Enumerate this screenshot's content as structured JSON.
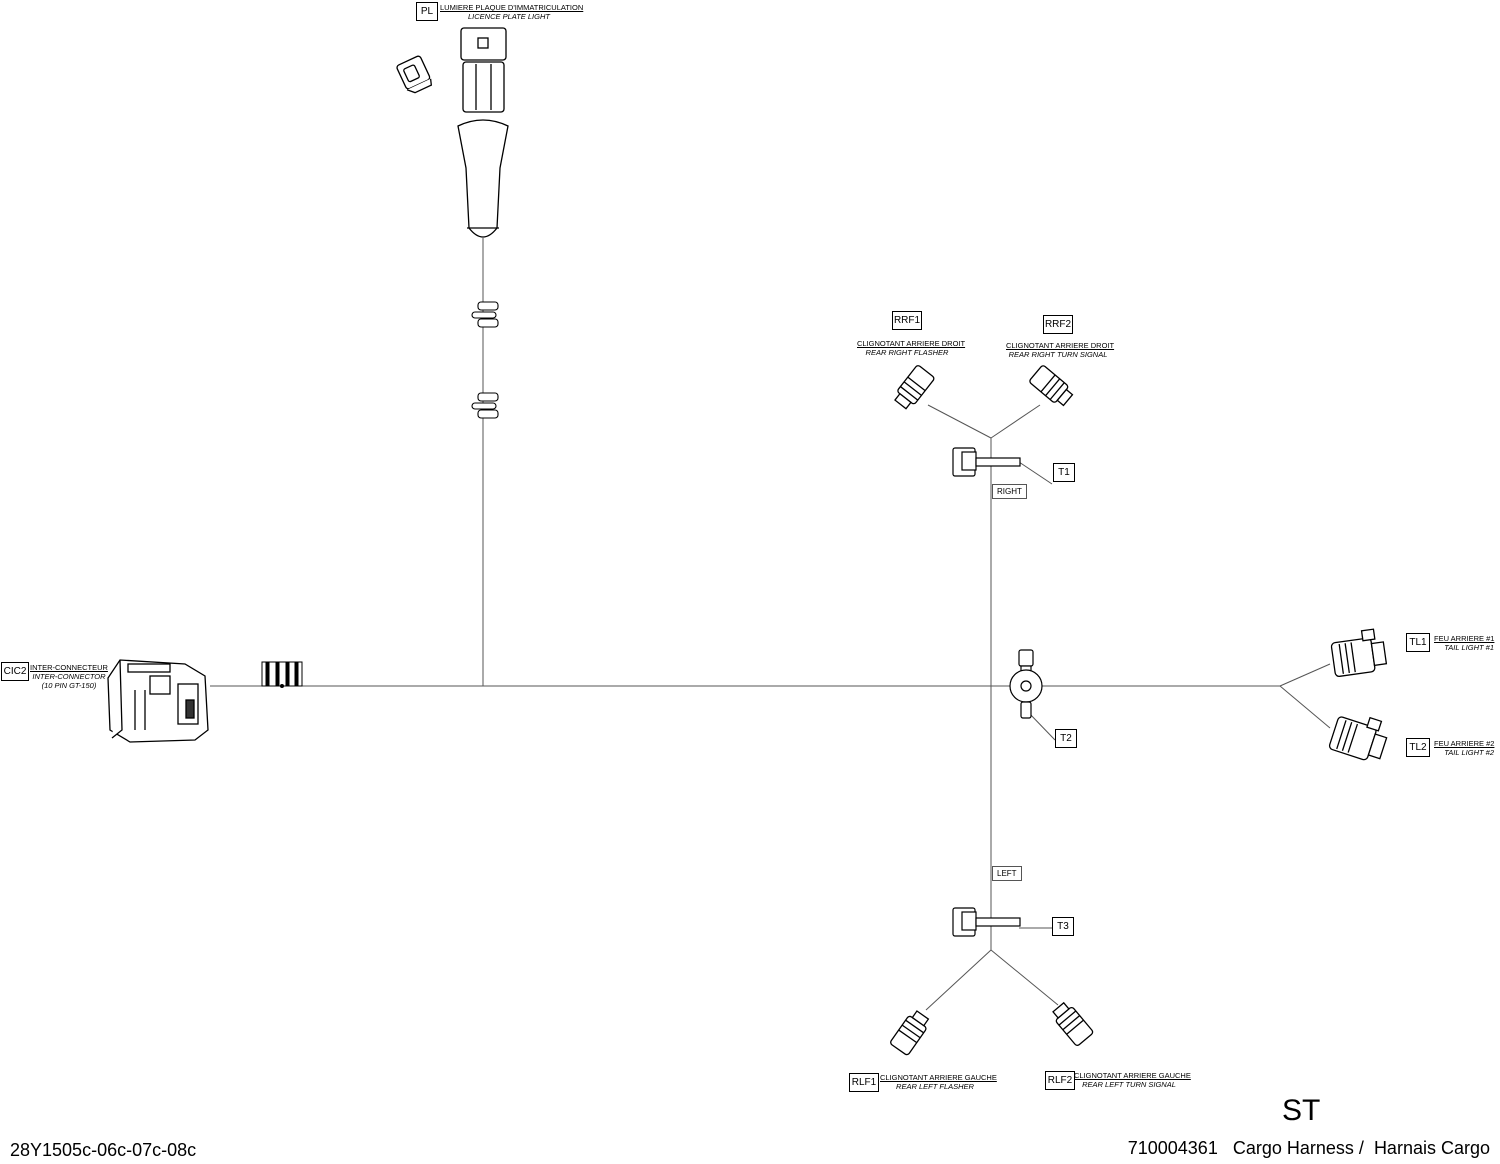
{
  "diagram": {
    "page_code": "ST",
    "doc_ref": "28Y1505c-06c-07c-08c",
    "part_number": "710004361",
    "title_en": "Cargo Harness /",
    "title_fr": "Harnais Cargo"
  },
  "connectors": {
    "pl": {
      "tag": "PL",
      "fr": "LUMIERE PLAQUE D'IMMATRICULATION",
      "en": "LICENCE PLATE LIGHT"
    },
    "cic2": {
      "tag": "CIC2",
      "fr": "INTER-CONNECTEUR",
      "en": "INTER-CONNECTOR",
      "en2": "(10 PIN GT-150)"
    },
    "rrf1": {
      "tag": "RRF1",
      "fr": "CLIGNOTANT ARRIERE DROIT",
      "en": "REAR RIGHT FLASHER"
    },
    "rrf2": {
      "tag": "RRF2",
      "fr": "CLIGNOTANT ARRIERE DROIT",
      "en": "REAR RIGHT TURN SIGNAL"
    },
    "tl1": {
      "tag": "TL1",
      "fr": "FEU ARRIERE #1",
      "en": "TAIL LIGHT #1"
    },
    "tl2": {
      "tag": "TL2",
      "fr": "FEU ARRIERE #2",
      "en": "TAIL LIGHT #2"
    },
    "rlf1": {
      "tag": "RLF1",
      "fr": "CLIGNOTANT ARRIERE GAUCHE",
      "en": "REAR LEFT FLASHER"
    },
    "rlf2": {
      "tag": "RLF2",
      "fr": "CLIGNOTANT ARRIERE GAUCHE",
      "en": "REAR LEFT TURN SIGNAL"
    }
  },
  "terminals": {
    "t1": "T1",
    "t2": "T2",
    "t3": "T3"
  },
  "branch_labels": {
    "right": "RIGHT",
    "left": "LEFT"
  }
}
